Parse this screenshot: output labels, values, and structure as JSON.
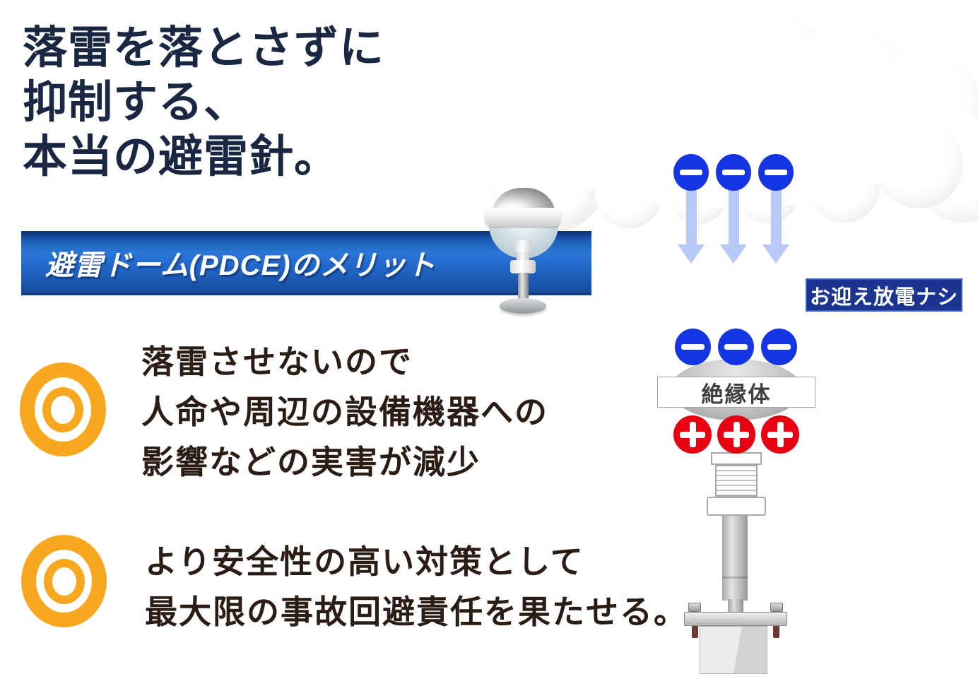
{
  "heading": {
    "lines": [
      "落雷を落とさずに",
      "抑制する、",
      "本当の避雷針。"
    ]
  },
  "banner": {
    "label": "避雷ドーム(PDCE)のメリット"
  },
  "cloud": {
    "no_discharge_label": "お迎え放電ナシ",
    "negative_charge_count": 3,
    "arrow_count": 3
  },
  "device": {
    "insulator_label": "絶縁体",
    "negative_charge_count": 3,
    "positive_charge_count": 3
  },
  "bullets": [
    {
      "lines": [
        "落雷させないので",
        "人命や周辺の設備機器への",
        "影響などの実害が減少"
      ]
    },
    {
      "lines": [
        "より安全性の高い対策として",
        "最大限の事故回避責任を果たせる。"
      ]
    }
  ],
  "colors": {
    "heading_navy": "#1a2742",
    "body_text": "#2b1d15",
    "accent_orange": "#f8a820",
    "charge_blue": "#1535e2",
    "charge_red": "#e60012",
    "arrow_lavender": "#b9c9f7",
    "label_navy": "#1a3490",
    "banner_blue": "#2b76d6"
  }
}
